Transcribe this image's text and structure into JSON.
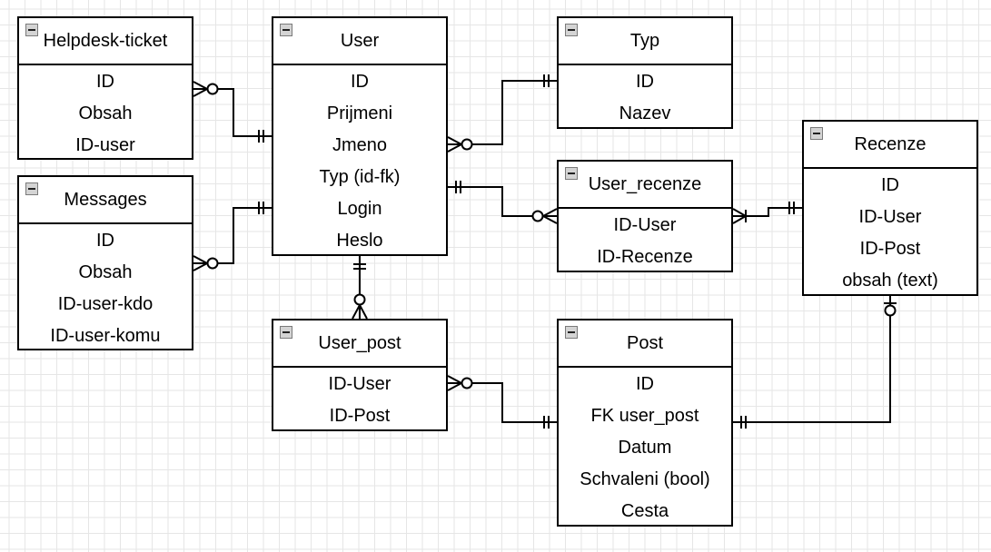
{
  "entities": {
    "helpdesk": {
      "title": "Helpdesk-ticket",
      "fields": [
        "ID",
        "Obsah",
        "ID-user"
      ]
    },
    "messages": {
      "title": "Messages",
      "fields": [
        "ID",
        "Obsah",
        "ID-user-kdo",
        "ID-user-komu"
      ]
    },
    "user": {
      "title": "User",
      "fields": [
        "ID",
        "Prijmeni",
        "Jmeno",
        "Typ (id-fk)",
        "Login",
        "Heslo"
      ]
    },
    "user_post": {
      "title": "User_post",
      "fields": [
        "ID-User",
        "ID-Post"
      ]
    },
    "typ": {
      "title": "Typ",
      "fields": [
        "ID",
        "Nazev"
      ]
    },
    "user_recenze": {
      "title": "User_recenze",
      "fields": [
        "ID-User",
        "ID-Recenze"
      ]
    },
    "post": {
      "title": "Post",
      "fields": [
        "ID",
        "FK user_post",
        "Datum",
        "Schvaleni (bool)",
        "Cesta"
      ]
    },
    "recenze": {
      "title": "Recenze",
      "fields": [
        "ID",
        "ID-User",
        "ID-Post",
        "obsah (text)"
      ]
    }
  },
  "relationships": [
    {
      "from": "helpdesk",
      "from_card": "zero-or-many",
      "to": "user",
      "to_card": "exactly-one"
    },
    {
      "from": "messages",
      "from_card": "zero-or-many",
      "to": "user",
      "to_card": "exactly-one"
    },
    {
      "from": "user",
      "from_card": "zero-or-many",
      "to": "typ",
      "to_card": "exactly-one"
    },
    {
      "from": "user",
      "from_card": "exactly-one",
      "to": "user_recenze",
      "to_card": "zero-or-many"
    },
    {
      "from": "user_recenze",
      "from_card": "one-or-many",
      "to": "recenze",
      "to_card": "exactly-one"
    },
    {
      "from": "user",
      "from_card": "exactly-one",
      "to": "user_post",
      "to_card": "zero-or-many"
    },
    {
      "from": "user_post",
      "from_card": "zero-or-many",
      "to": "post",
      "to_card": "exactly-one"
    },
    {
      "from": "post",
      "from_card": "exactly-one",
      "to": "recenze",
      "to_card": "zero-or-one"
    }
  ],
  "colors": {
    "line": "#000000",
    "grid": "#e6e6e6",
    "icon": "#d4d4d4"
  },
  "icons": {
    "header": "collapse-minus-icon"
  }
}
